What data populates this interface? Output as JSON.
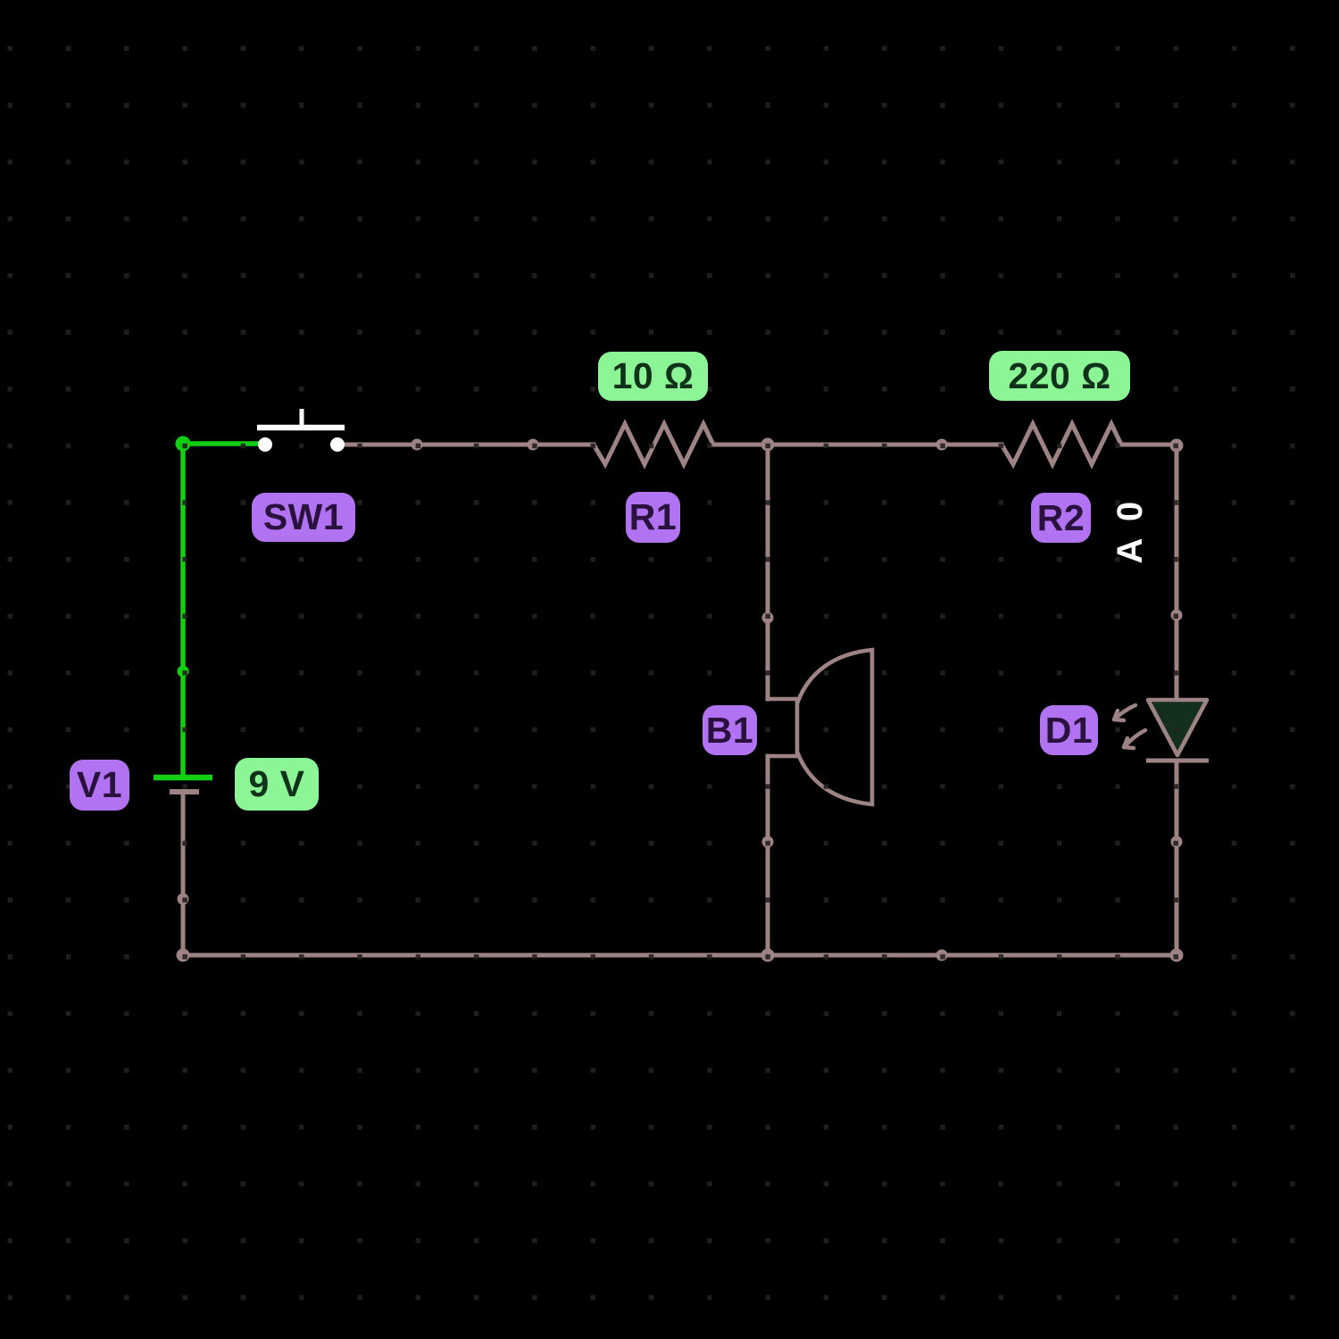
{
  "canvas": {
    "background": "#000000",
    "grid_dot_color": "#242020",
    "grid_spacing_x": 65.3,
    "grid_spacing_y": 63.6
  },
  "colors": {
    "wire": "#9d8383",
    "active_wire": "#13cf13",
    "switch": "#ffffff",
    "component_badge_bg": "#b173f2",
    "component_badge_text": "#2a123f",
    "value_badge_bg": "#8cf596",
    "value_badge_text": "#10321a",
    "led_fill": "#142f1d",
    "current_label_text": "#ffffff"
  },
  "components": {
    "v1": {
      "label": "V1",
      "type": "battery",
      "value": "9 V"
    },
    "sw1": {
      "label": "SW1",
      "type": "push-switch",
      "state": "open"
    },
    "r1": {
      "label": "R1",
      "type": "resistor",
      "value": "10 Ω"
    },
    "r2": {
      "label": "R2",
      "type": "resistor",
      "value": "220 Ω"
    },
    "b1": {
      "label": "B1",
      "type": "buzzer"
    },
    "d1": {
      "label": "D1",
      "type": "led",
      "current": {
        "value": "0",
        "unit": "A",
        "text": "0 A"
      }
    }
  }
}
